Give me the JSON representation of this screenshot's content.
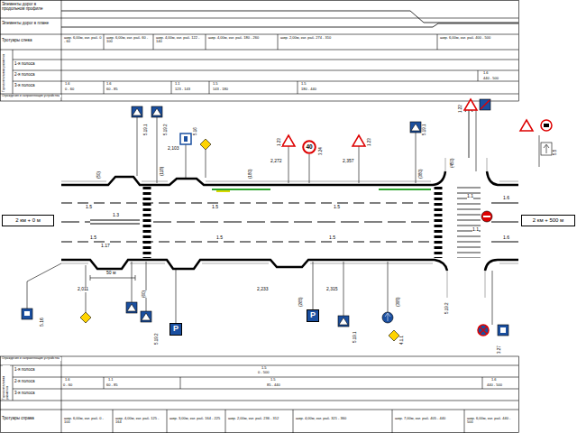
{
  "diagram": {
    "nodes": [
      {
        "text": [
          "2 км + 0 м"
        ]
      },
      {
        "text": [
          "2 км + 500 м"
        ]
      },
      {
        "text": [
          "40"
        ]
      },
      {
        "text": [
          "P"
        ]
      },
      {
        "text": [
          "P"
        ]
      }
    ],
    "labels": [
      "Элементы дорог в продольном профиле",
      "Элементы дорог в плане",
      "Тротуары слева",
      "шир. 6,00м, кат. раб. 0 - 60",
      "шир. 6,00м, кат. раб. 60 - 100",
      "шир. 4,00м, кат. раб. 122 - 140",
      "шир. 4,00м, кат. раб. 180 - 260",
      "шир. 2,00м, кат. раб. 274 - 310",
      "шир. 6,00м, кат. раб. 400 - 500",
      "Горизонтальная разметка",
      "1-я полоса",
      "2-я полоса",
      "3-я полоса",
      "1.6",
      "0 - 60",
      "1.6",
      "60 - 85",
      "1.1",
      "123 - 143",
      "1.5",
      "143 - 180",
      "1.5",
      "180 - 440",
      "1.6",
      "440 - 500",
      "Ограждения и направляющие устройства",
      "1.5",
      "1.3",
      "1.5",
      "1.5",
      "1.1",
      "1.6",
      "1.5",
      "1.5",
      "1.5",
      "1.1",
      "1.6",
      "1.17",
      "50 м",
      "2,103",
      "2,272",
      "2,357",
      "2,011",
      "2,233",
      "2,315",
      "(50)",
      "(118)",
      "(180)",
      "(380)",
      "(450)",
      "(60)",
      "(265)",
      "(395)",
      "5.16",
      "5.19.1",
      "5.19.2",
      "5.16",
      "1.23",
      "3.24",
      "1.23",
      "5.19.1",
      "1.22",
      "5.5",
      "5.19.2",
      "5.19.1",
      "4.1.1",
      "5.19.2",
      "3.27",
      "Ограждения и направляющие устройства",
      "1-я полоса",
      "2-я полоса",
      "3-я полоса",
      "Горизонтальная разметка",
      "Тротуары справа",
      "1.5",
      "0 - 500",
      "1.6",
      "0 - 60",
      "1.1",
      "60 - 85",
      "1.5",
      "85 - 440",
      "1.6",
      "440 - 500",
      "шир. 6,00м, кат. раб. 0 - 100",
      "шир. 4,00м, кат. раб. 125 - 164",
      "шир. 3,00м, кат. раб. 164 - 225",
      "шир. 2,00м, кат. раб. 236 - 312",
      "шир. 4,00м, кат. раб. 321 - 360",
      "шир. 7,00м, кат. раб. 405 - 440",
      "шир. 6,00м, кат. раб. 440 - 500"
    ]
  }
}
